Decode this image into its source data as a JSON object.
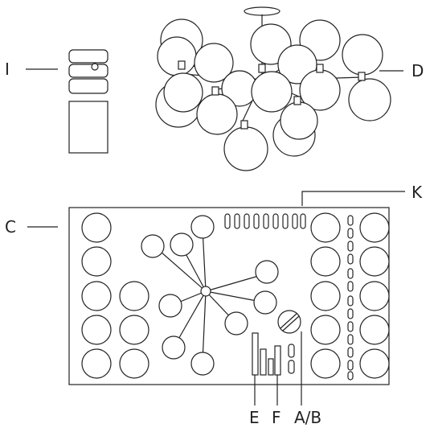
{
  "labels": {
    "I": "I",
    "D": "D",
    "C": "C",
    "K": "K",
    "E": "E",
    "F": "F",
    "AB": "A/B"
  },
  "colors": {
    "stroke": "#222222",
    "background": "#ffffff"
  }
}
